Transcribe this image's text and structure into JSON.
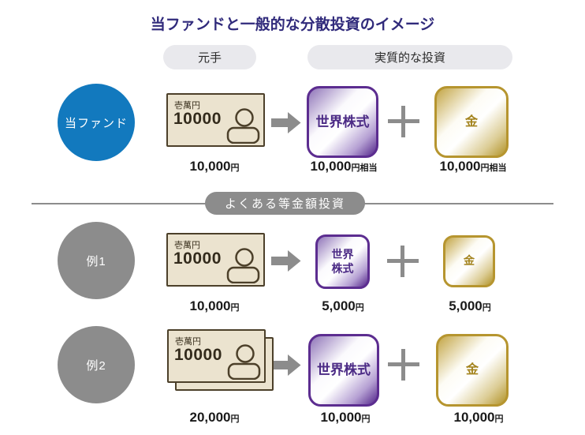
{
  "title": "当ファンドと一般的な分散投資のイメージ",
  "headers": {
    "principal": "元手",
    "real_investment": "実質的な投資"
  },
  "divider": {
    "label": "よくある等金額投資"
  },
  "banknote": {
    "denomination": "壱萬円",
    "number": "10000"
  },
  "rows": [
    {
      "label": "当ファンド",
      "principal": {
        "value": "10,000",
        "unit": "円"
      },
      "stock": {
        "name_line1": "世界株式",
        "name_line2": "",
        "value": "10,000",
        "unit": "円相当"
      },
      "gold": {
        "name": "金",
        "value": "10,000",
        "unit": "円相当"
      }
    },
    {
      "label": "例1",
      "principal": {
        "value": "10,000",
        "unit": "円"
      },
      "stock": {
        "name_line1": "世界",
        "name_line2": "株式",
        "value": "5,000",
        "unit": "円"
      },
      "gold": {
        "name": "金",
        "value": "5,000",
        "unit": "円"
      }
    },
    {
      "label": "例2",
      "principal": {
        "value": "20,000",
        "unit": "円"
      },
      "stock": {
        "name_line1": "世界株式",
        "name_line2": "",
        "value": "10,000",
        "unit": "円"
      },
      "gold": {
        "name": "金",
        "value": "10,000",
        "unit": "円"
      }
    }
  ],
  "icons": {
    "arrow": "arrow-right",
    "plus": "plus",
    "person": "person-silhouette"
  },
  "colors": {
    "title_text": "#302a7b",
    "fund_circle": "#1279be",
    "example_circle": "#8c8c8c",
    "header_pill_bg": "#e9e9ed",
    "divider_gray": "#8c8c8c",
    "purple_border": "#5c2d90",
    "purple_text": "#4b2a85",
    "gold_border": "#b6952f",
    "gold_text": "#a3831d",
    "banknote_bg": "#ebe3cf",
    "banknote_border": "#4c402a"
  }
}
